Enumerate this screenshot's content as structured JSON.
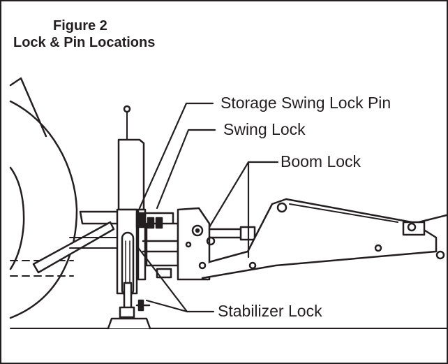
{
  "figure": {
    "title_line1": "Figure 2",
    "title_line2": "Lock & Pin Locations"
  },
  "callouts": {
    "storage_swing_lock_pin": "Storage Swing Lock Pin",
    "swing_lock": "Swing Lock",
    "boom_lock": "Boom Lock",
    "stabilizer_lock": "Stabilizer Lock"
  },
  "colors": {
    "ink": "#231f20",
    "paper": "#ffffff"
  }
}
